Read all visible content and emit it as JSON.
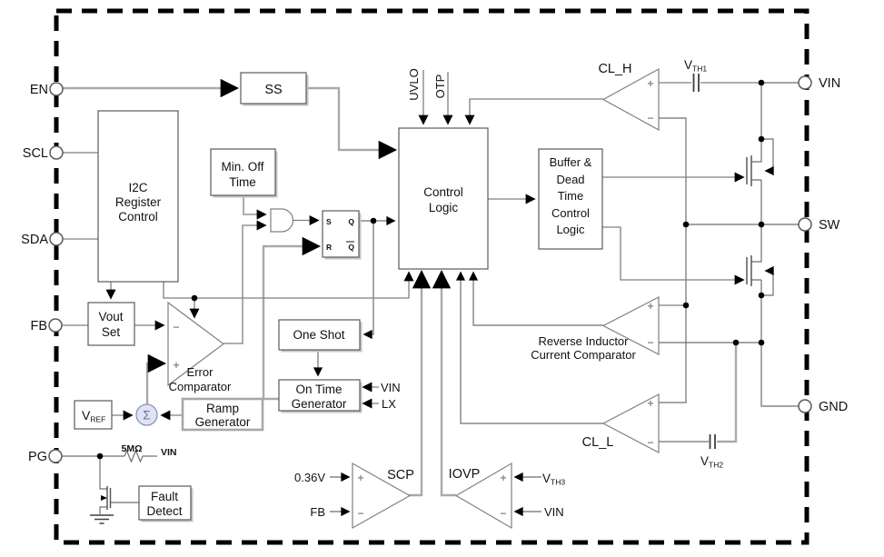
{
  "pins": {
    "left": [
      "EN",
      "SCL",
      "SDA",
      "FB",
      "PG"
    ],
    "right": [
      "VIN",
      "SW",
      "GND"
    ]
  },
  "blocks": {
    "ss": "SS",
    "i2c": [
      "I2C",
      "Register",
      "Control"
    ],
    "min_off": [
      "Min. Off",
      "Time"
    ],
    "latch": {
      "s": "S",
      "q": "Q",
      "r": "R",
      "qbar": "Q"
    },
    "control": [
      "Control",
      "Logic"
    ],
    "buffer": [
      "Buffer &",
      "Dead",
      "Time",
      "Control",
      "Logic"
    ],
    "one_shot": "One Shot",
    "on_time": [
      "On Time",
      "Generator"
    ],
    "vout_set": [
      "Vout",
      "Set"
    ],
    "vref": {
      "main": "V",
      "sub": "REF"
    },
    "ramp": [
      "Ramp",
      "Generator"
    ],
    "fault": [
      "Fault",
      "Detect"
    ]
  },
  "comparators": {
    "clh": "CL_H",
    "cll": "CL_L",
    "scp": "SCP",
    "iovp": "IOVP",
    "reverse": [
      "Reverse Inductor",
      "Current Comparator"
    ],
    "error": [
      "Error",
      "Comparator"
    ]
  },
  "signs": {
    "plus": "+",
    "minus": "−",
    "sigma": "Σ"
  },
  "nets": {
    "uvlo": "UVLO",
    "otp": "OTP",
    "vth1": {
      "main": "V",
      "sub": "TH1"
    },
    "vth2": {
      "main": "V",
      "sub": "TH2"
    },
    "vth3": {
      "main": "V",
      "sub": "TH3"
    },
    "vin_on_time": "VIN",
    "lx": "LX",
    "v036": "0.36V",
    "fb_scp": "FB",
    "vin_iovp": "VIN",
    "res_5m": "5MΩ",
    "vin_pg": "VIN"
  },
  "colors": {
    "wire": "#7f7f7f",
    "wire_heavy": "#a9a9a9",
    "box_border": "#595959",
    "border_dash": "#000000",
    "sigma_fill": "#dfe3f4",
    "arrow": "#000000"
  }
}
